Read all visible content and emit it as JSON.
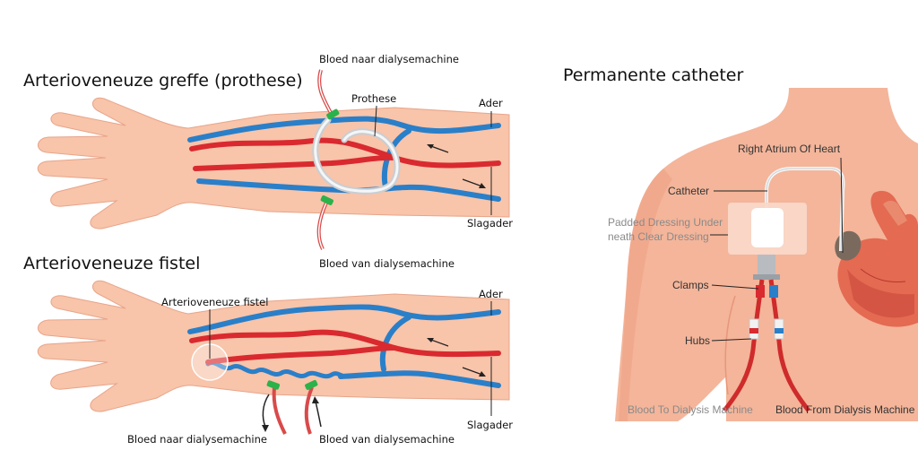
{
  "colors": {
    "skin": "#f8c4aa",
    "skin_torso": "#f4b59a",
    "vein": "#2a7fc9",
    "artery": "#d92a2f",
    "heart": "#e9604e",
    "graft": "#dfe3e6",
    "clamp": "#2bb24a"
  },
  "graft_panel": {
    "title": "Arterioveneuze greffe (prothese)",
    "label_blood_to_machine": "Bloed naar dialysemachine",
    "label_prosthesis": "Prothese",
    "label_vein": "Ader",
    "label_artery": "Slagader",
    "label_blood_from_machine": "Bloed van dialysemachine"
  },
  "fistula_panel": {
    "title": "Arterioveneuze fistel",
    "label_fistula": "Arterioveneuze fistel",
    "label_vein": "Ader",
    "label_artery": "Slagader",
    "label_blood_to_machine": "Bloed naar dialysemachine",
    "label_blood_from_machine": "Bloed van dialysemachine"
  },
  "catheter_panel": {
    "title": "Permanente catheter",
    "label_right_atrium": "Right Atrium Of Heart",
    "label_catheter": "Catheter",
    "label_dressing_line1": "Padded Dressing Under",
    "label_dressing_line2": "neath Clear Dressing",
    "label_clamps": "Clamps",
    "label_hubs": "Hubs",
    "label_blood_to_machine": "Blood To Dialysis Machine",
    "label_blood_from_machine": "Blood From Dialysis Machine"
  }
}
